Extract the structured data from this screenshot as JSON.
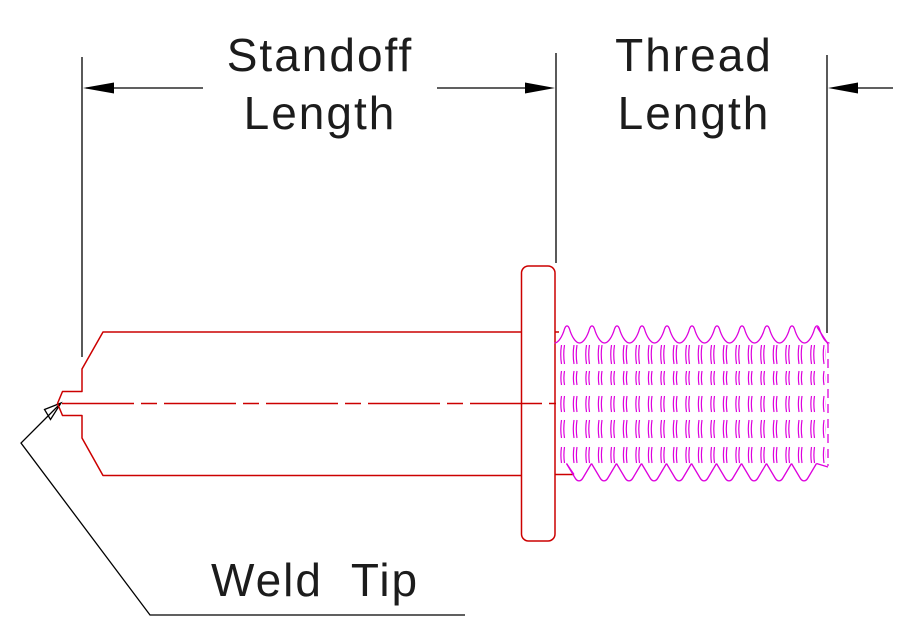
{
  "drawing": {
    "labels": {
      "standoff_length": {
        "line1": "Standoff",
        "line2": "Length"
      },
      "thread_length": {
        "line1": "Thread",
        "line2": "Length"
      },
      "weld_tip": "Weld Tip"
    },
    "colors": {
      "stud_outline": "#cc0000",
      "thread": "#dd00dd",
      "annotation": "#000000",
      "background": "#ffffff"
    }
  }
}
